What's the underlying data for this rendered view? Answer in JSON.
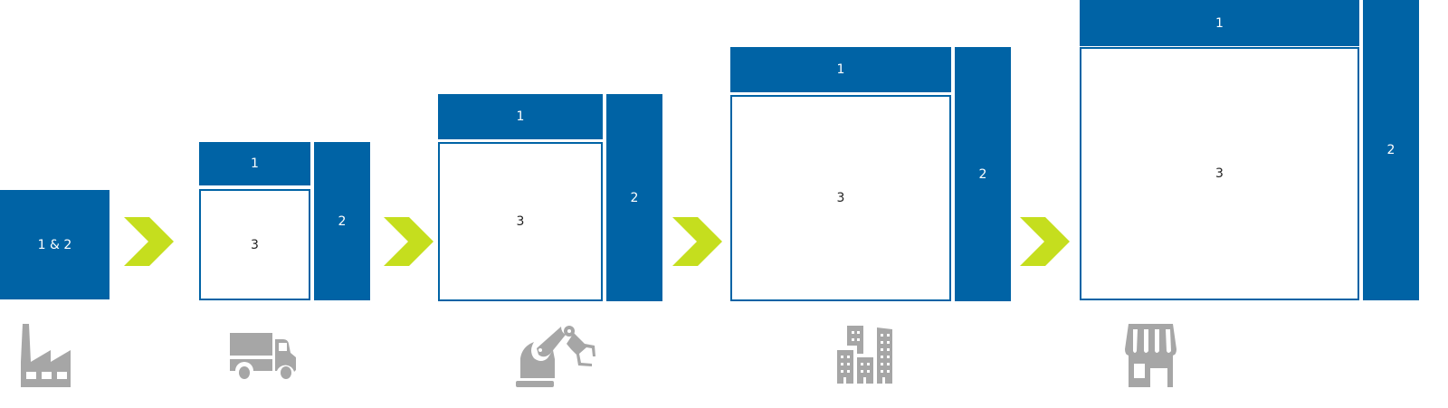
{
  "colors": {
    "blue": "#0063A5",
    "arrow": "#C5DE1E",
    "icon": "#A6A6A6"
  },
  "stage0": {
    "combined": "1 & 2",
    "icon": "factory-icon"
  },
  "stage1": {
    "box1": "1",
    "box2": "2",
    "box3": "3",
    "icon": "truck-icon"
  },
  "stage2": {
    "box1": "1",
    "box2": "2",
    "box3": "3",
    "icon": "robot-arm-icon"
  },
  "stage3": {
    "box1": "1",
    "box2": "2",
    "box3": "3",
    "icon": "city-buildings-icon"
  },
  "stage4": {
    "box1": "1",
    "box2": "2",
    "box3": "3",
    "icon": "store-icon"
  }
}
